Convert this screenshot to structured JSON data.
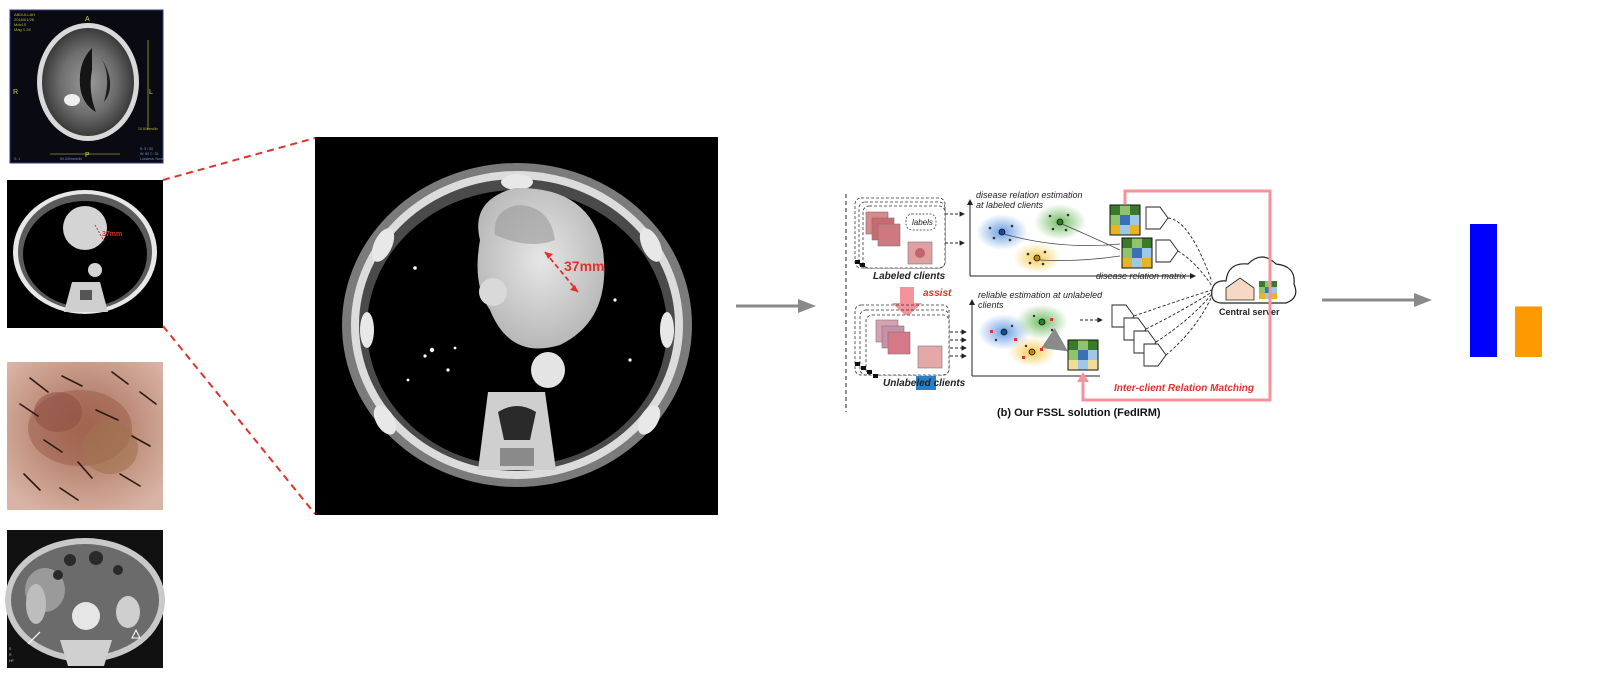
{
  "thumbnails": {
    "ct_brain": {
      "corner_text": [
        "ABDULLAH",
        "2016/01/26",
        "Mdx1S",
        "Mag 1.26"
      ],
      "marker_top": "A",
      "marker_left": "R",
      "marker_right": "L",
      "marker_bottom": "P",
      "scale_text": "10.00mm/div",
      "bottom_left": "S: 1",
      "bottom_mid": "50.000mm/div",
      "bottom_right": [
        "B: 5 / 50",
        "W: 80 C: 35",
        "Lossless: None"
      ]
    },
    "ct_chest_small": {
      "measure": "37mm"
    },
    "dermoscopy": {},
    "ct_abdomen": {
      "side_text": [
        "S",
        "R",
        "HP"
      ]
    }
  },
  "zoom": {
    "measure_label": "37mm"
  },
  "diagram": {
    "caption": "(b) Our FSSL solution (FedIRM)",
    "labeled_clients": "Labeled clients",
    "unlabeled_clients": "Unlabeled clients",
    "labels_tag": "labels",
    "assist": "assist",
    "disease_relation_estimation": [
      "disease relation estimation",
      "at labeled clients"
    ],
    "reliable_estimation": [
      "reliable estimation at unlabeled",
      "clients"
    ],
    "disease_relation_matrix": "disease relation matrix",
    "central_server": "Central server",
    "inter_client": "Inter-client Relation Matching",
    "colors": {
      "pink": "#f4939a",
      "red": "#e0322b",
      "blue": "#3b6fb6",
      "green": "#5a9a3a",
      "yellow": "#e8b520"
    }
  },
  "output_bars": {
    "colors": [
      "#0000ff",
      "#ff9900"
    ],
    "relative_heights": [
      1.0,
      0.38
    ]
  }
}
